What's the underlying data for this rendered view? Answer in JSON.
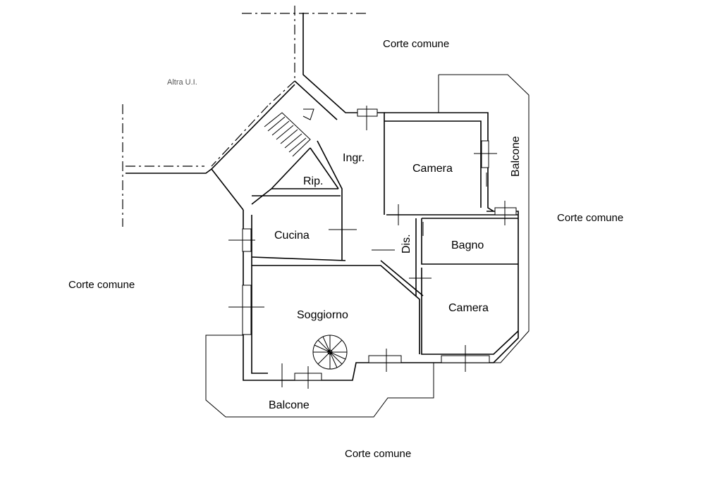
{
  "labels": {
    "corte_top": "Corte comune",
    "corte_right": "Corte comune",
    "corte_left": "Corte comune",
    "corte_bottom": "Corte comune",
    "altra_ui": "Altra U.I.",
    "ingresso": "Ingr.",
    "ripostiglio": "Rip.",
    "camera_top": "Camera",
    "balcone_right": "Balcone",
    "cucina": "Cucina",
    "disimpegno": "Dis.",
    "bagno": "Bagno",
    "soggiorno": "Soggiorno",
    "camera_bottom": "Camera",
    "balcone_bottom": "Balcone"
  }
}
